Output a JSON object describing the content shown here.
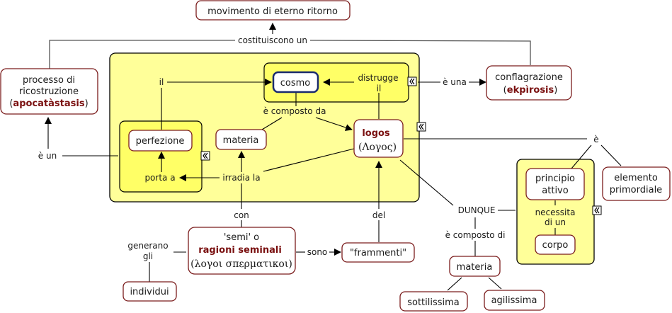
{
  "title": "Concept map: logos and the eternal return",
  "colors": {
    "group_outer_fill": "#ffff99",
    "group_inner_fill": "#ffff66",
    "node_border": "#7b1c1c",
    "selected_border": "#1a2a6e",
    "emphasis_text": "#7a1010"
  },
  "nodes": {
    "movimento": {
      "label": "movimento di eterno ritorno"
    },
    "processo": {
      "line1": "processo di",
      "line2": "ricostruzione",
      "paren_open": "(",
      "emph": "apocatàstasis",
      "paren_close": ")"
    },
    "conflagrazione": {
      "line1": "conflagrazione",
      "paren_open": "(",
      "emph": "ekpìrosis",
      "paren_close": ")"
    },
    "cosmo": {
      "label": "cosmo"
    },
    "perfezione": {
      "label": "perfezione"
    },
    "materia_top": {
      "label": "materia"
    },
    "logos": {
      "emph": "logos",
      "greek": "(Λογος)"
    },
    "principio": {
      "line1": "principio",
      "line2": "attivo"
    },
    "elemento": {
      "line1": "elemento",
      "line2": "primordiale"
    },
    "corpo": {
      "label": "corpo"
    },
    "semi": {
      "line1": "'semi' o",
      "emph": "ragioni seminali",
      "greek": "(λογοι σπερματικοι)"
    },
    "frammenti": {
      "label": "\"frammenti\""
    },
    "individui": {
      "label": "individui"
    },
    "materia_bottom": {
      "label": "materia"
    },
    "sottilissima": {
      "label": "sottilissima"
    },
    "agilissima": {
      "label": "agilissima"
    }
  },
  "links": {
    "costituiscono_un": "costituiscono un",
    "il": "il",
    "distrugge_il": {
      "line1": "distrugge",
      "line2": "il"
    },
    "e_una": "è una",
    "e_composto_da": "è composto da",
    "e_un": "è un",
    "porta_a": "porta a",
    "irradia_la": "irradia la",
    "e": "è",
    "con": "con",
    "del": "del",
    "sono": "sono",
    "generano_gli": {
      "line1": "generano",
      "line2": "gli"
    },
    "dunque": "DUNQUE",
    "e_composto_di": "è composto di",
    "necessita_di_un": {
      "line1": "necessita",
      "line2": "di un"
    }
  },
  "icons": {
    "expand": "expand-collapse-icon"
  }
}
